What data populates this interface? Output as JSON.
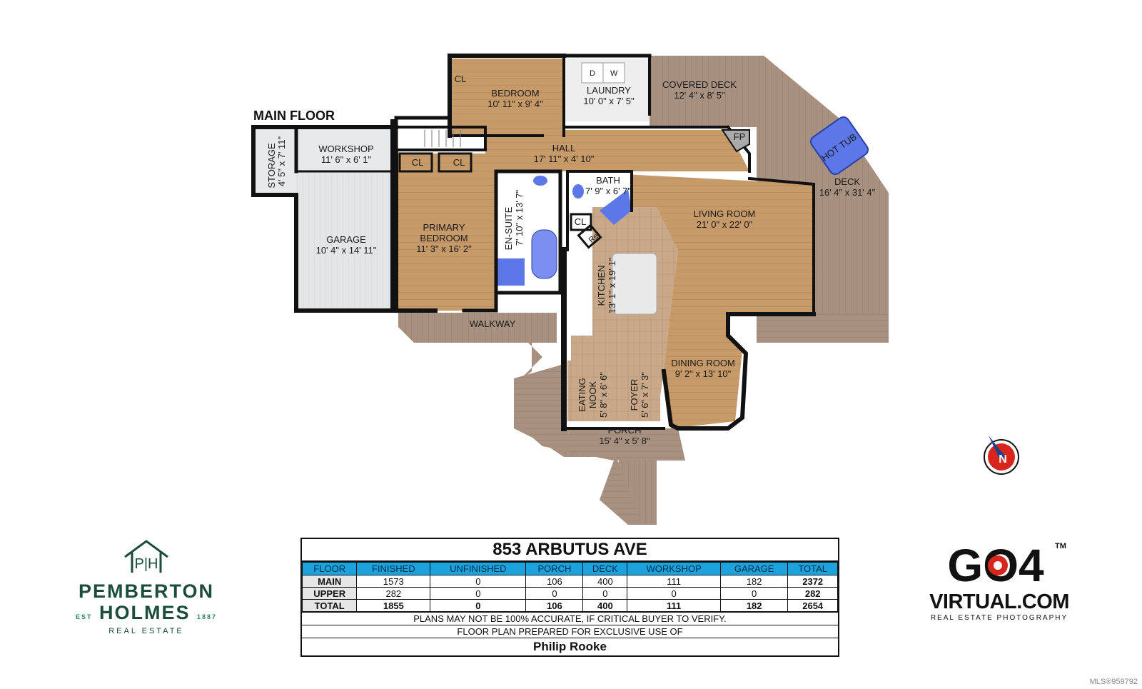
{
  "floor_title": "MAIN FLOOR",
  "rooms": {
    "bedroom": {
      "name": "BEDROOM",
      "dims": "10' 11\" x 9' 4\""
    },
    "laundry": {
      "name": "LAUNDRY",
      "dims": "10' 0\" x 7' 5\""
    },
    "covered_deck": {
      "name": "COVERED DECK",
      "dims": "12' 4\" x 8' 5\""
    },
    "hall": {
      "name": "HALL",
      "dims": "17' 11\" x 4' 10\""
    },
    "workshop": {
      "name": "WORKSHOP",
      "dims": "11' 6\" x 6' 1\""
    },
    "storage": {
      "name": "STORAGE",
      "dims": "4' 5\" x 7' 11\""
    },
    "garage": {
      "name": "GARAGE",
      "dims": "10' 4\" x 14' 11\""
    },
    "primary_bedroom": {
      "name": "PRIMARY BEDROOM",
      "line1": "PRIMARY",
      "line2": "BEDROOM",
      "dims": "11' 3\" x 16' 2\""
    },
    "ensuite": {
      "name": "EN-SUITE",
      "dims": "7' 10\" x 13' 7\""
    },
    "bath": {
      "name": "BATH",
      "dims": "7' 9\" x 6' 7\""
    },
    "living_room": {
      "name": "LIVING ROOM",
      "dims": "21' 0\" x 22' 0\""
    },
    "deck": {
      "name": "DECK",
      "dims": "16' 4\" x 31' 4\""
    },
    "kitchen": {
      "name": "KITCHEN",
      "dims": "13' 1\" x 19' 1\""
    },
    "walkway": {
      "name": "WALKWAY"
    },
    "dining_room": {
      "name": "DINING ROOM",
      "dims": "9' 2\" x 13' 10\""
    },
    "eating_nook": {
      "name": "EATING NOOK",
      "line1": "EATING",
      "line2": "NOOK",
      "dims": "5' 8\" x 6' 6\""
    },
    "foyer": {
      "name": "FOYER",
      "dims": "5' 6\" x 7' 3\""
    },
    "porch": {
      "name": "PORCH",
      "dims": "15' 4\" x 5' 8\""
    }
  },
  "fixtures": {
    "cl": "CL",
    "fp": "FP",
    "ref": "Ref",
    "hot_tub": "HOT TUB",
    "dryer": "D",
    "washer": "W"
  },
  "compass": {
    "label": "N"
  },
  "summary": {
    "address": "853 ARBUTUS AVE",
    "columns": [
      "FLOOR",
      "FINISHED",
      "UNFINISHED",
      "PORCH",
      "DECK",
      "WORKSHOP",
      "GARAGE",
      "TOTAL"
    ],
    "rows": [
      [
        "MAIN",
        "1573",
        "0",
        "106",
        "400",
        "111",
        "182",
        "2372"
      ],
      [
        "UPPER",
        "282",
        "0",
        "0",
        "0",
        "0",
        "0",
        "282"
      ],
      [
        "TOTAL",
        "1855",
        "0",
        "106",
        "400",
        "111",
        "182",
        "2654"
      ]
    ],
    "disclaimer": "PLANS MAY NOT BE 100% ACCURATE, IF CRITICAL BUYER TO VERIFY.",
    "prepared_for": "FLOOR PLAN PREPARED FOR EXCLUSIVE USE OF",
    "client": "Philip Rooke"
  },
  "logos": {
    "pemberton": {
      "mark": "P|H",
      "line1": "PEMBERTON",
      "est": "EST",
      "line2": "HOLMES",
      "year": "1887",
      "sub": "REAL ESTATE"
    },
    "go4": {
      "mark": "GO4",
      "tm": "TM",
      "line1": "VIRTUAL.COM",
      "sub": "REAL ESTATE PHOTOGRAPHY"
    }
  },
  "mls": "MLS®959792",
  "colors": {
    "wood": "#c79a6a",
    "deck": "#a88f7c",
    "garage": "#e6e7e8",
    "tile": "#c9a98a",
    "wall": "#111111",
    "blue": "#5b77e8",
    "header": "#1ba3e0"
  }
}
